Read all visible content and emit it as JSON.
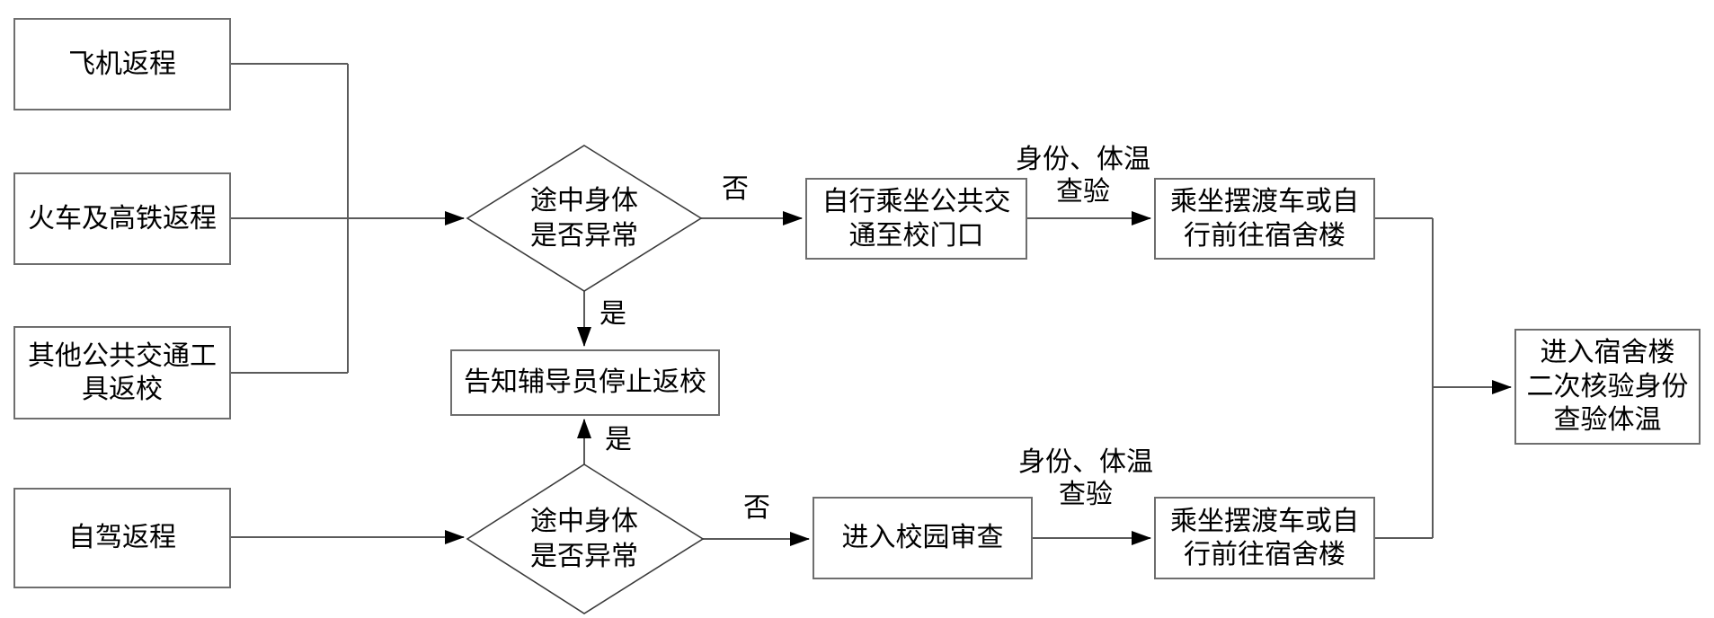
{
  "flowchart": {
    "nodes": {
      "plane_return": "飞机返程",
      "train_return": "火车及高铁返程",
      "other_transport_return": "其他公共交通工\n具返校",
      "self_drive_return": "自驾返程",
      "body_abnormal_top": "途中身体\n是否异常",
      "body_abnormal_bottom": "途中身体\n是否异常",
      "notify_counselor_stop": "告知辅导员停止返校",
      "public_transport_to_gate": "自行乘坐公共交\n通至校门口",
      "shuttle_or_walk_to_dorm_top": "乘坐摆渡车或自\n行前往宿舍楼",
      "campus_entry_review": "进入校园审查",
      "shuttle_or_walk_to_dorm_bottom": "乘坐摆渡车或自\n行前往宿舍楼",
      "dorm_second_verification": "进入宿舍楼\n二次核验身份\n查验体温"
    },
    "edge_labels": {
      "no_top": "否",
      "yes_top": "是",
      "yes_bottom": "是",
      "no_bottom": "否",
      "id_temp_check_top": "身份、体温\n查验",
      "id_temp_check_bottom": "身份、体温\n查验"
    },
    "colors": {
      "background": "#ffffff",
      "box_border": "#6e6e6e",
      "connector_line": "#5a5a5a",
      "diamond_stroke": "#3c3c3c",
      "arrowhead": "#000000",
      "text": "#000000"
    }
  }
}
